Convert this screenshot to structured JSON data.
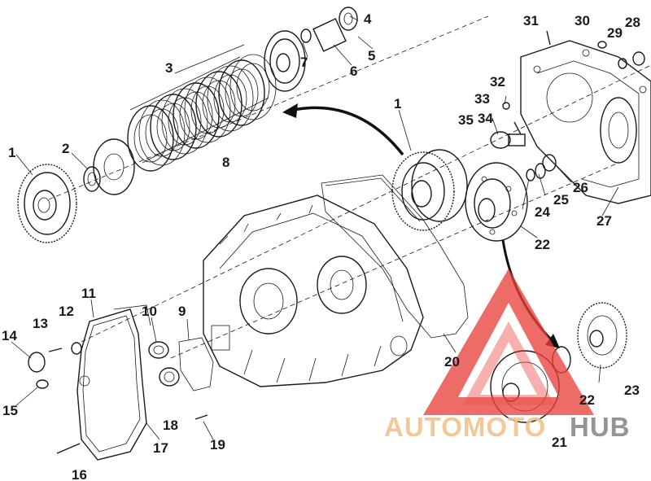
{
  "diagram": {
    "callouts": [
      "1",
      "2",
      "3",
      "4",
      "5",
      "6",
      "7",
      "8",
      "1",
      "9",
      "10",
      "11",
      "12",
      "13",
      "14",
      "15",
      "16",
      "17",
      "18",
      "19",
      "20",
      "21",
      "22",
      "22",
      "23",
      "24",
      "25",
      "26",
      "27",
      "28",
      "29",
      "30",
      "31",
      "32",
      "33",
      "34",
      "35"
    ]
  },
  "watermark": {
    "text_auto": "AUTOMOTO",
    "text_hub": "HUB",
    "triangle_color": "#e8403a",
    "auto_color": "#f3c28f",
    "hub_color": "#8a8a8a"
  }
}
